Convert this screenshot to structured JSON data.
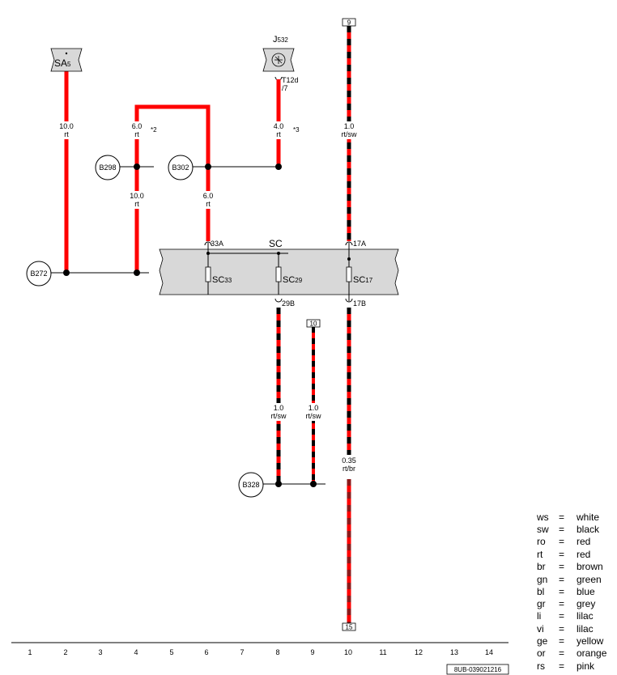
{
  "colors": {
    "red": "#ff0000",
    "black": "#000000",
    "brown": "#8b1a1a",
    "box_fill": "#d8d8d8"
  },
  "components": {
    "sa": {
      "name": "SA",
      "sub": "5"
    },
    "j532": {
      "name": "J",
      "sub": "532",
      "pin": "T12d",
      "pin2": "/7"
    },
    "sc": {
      "name": "SC"
    }
  },
  "fuses": [
    {
      "name": "SC",
      "sub": "33",
      "in_pin": "33A"
    },
    {
      "name": "SC",
      "sub": "29",
      "out_pin": "29B"
    },
    {
      "name": "SC",
      "sub": "17",
      "in_pin": "17A",
      "out_pin": "17B"
    }
  ],
  "ground_points": [
    "B298",
    "B302",
    "B272",
    "B328"
  ],
  "refs": [
    "9",
    "10",
    "15"
  ],
  "wires": [
    {
      "size": "10.0",
      "color": "rt"
    },
    {
      "size": "6.0",
      "color": "rt",
      "note": "*2"
    },
    {
      "size": "10.0",
      "color": "rt"
    },
    {
      "size": "6.0",
      "color": "rt"
    },
    {
      "size": "4.0",
      "color": "rt",
      "note": "*3"
    },
    {
      "size": "1.0",
      "color": "rt/sw"
    },
    {
      "size": "1.0",
      "color": "rt/sw"
    },
    {
      "size": "1.0",
      "color": "rt/sw"
    },
    {
      "size": "0.35",
      "color": "rt/br"
    }
  ],
  "scale": [
    "1",
    "2",
    "3",
    "4",
    "5",
    "6",
    "7",
    "8",
    "9",
    "10",
    "11",
    "12",
    "13",
    "14"
  ],
  "doc_id": "8UB-039021216",
  "legend": [
    {
      "code": "ws",
      "eq": "=",
      "name": "white"
    },
    {
      "code": "sw",
      "eq": "=",
      "name": "black"
    },
    {
      "code": "ro",
      "eq": "=",
      "name": "red"
    },
    {
      "code": "rt",
      "eq": "=",
      "name": "red"
    },
    {
      "code": "br",
      "eq": "=",
      "name": "brown"
    },
    {
      "code": "gn",
      "eq": "=",
      "name": "green"
    },
    {
      "code": "bl",
      "eq": "=",
      "name": "blue"
    },
    {
      "code": "gr",
      "eq": "=",
      "name": "grey"
    },
    {
      "code": "li",
      "eq": "=",
      "name": "lilac"
    },
    {
      "code": "vi",
      "eq": "=",
      "name": "lilac"
    },
    {
      "code": "ge",
      "eq": "=",
      "name": "yellow"
    },
    {
      "code": "or",
      "eq": "=",
      "name": "orange"
    },
    {
      "code": "rs",
      "eq": "=",
      "name": "pink"
    }
  ]
}
